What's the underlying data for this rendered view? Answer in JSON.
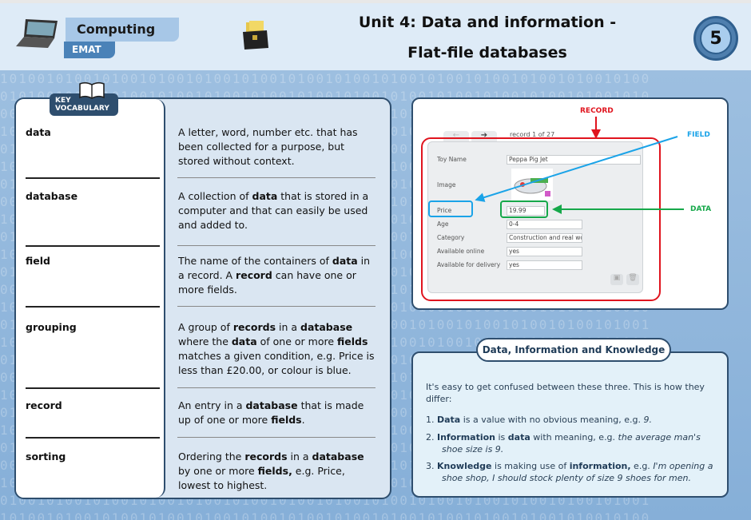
{
  "header": {
    "brand": "Computing",
    "sub_brand": "EMAT",
    "title_line1": "Unit 4: Data and information -",
    "title_line2": "Flat-file databases",
    "page_number": "5"
  },
  "vocab": {
    "badge_line1": "KEY",
    "badge_line2": "VOCABULARY",
    "items": [
      {
        "term": "data",
        "definition": [
          {
            "t": "A letter, word, number etc. that has been collected for a purpose, but stored without context."
          }
        ]
      },
      {
        "term": "database",
        "definition": [
          {
            "t": "A collection of "
          },
          {
            "t": "data",
            "b": true
          },
          {
            "t": " that is stored in a computer and that can easily be used and added to."
          }
        ]
      },
      {
        "term": "field",
        "definition": [
          {
            "t": "The name of the containers of "
          },
          {
            "t": "data",
            "b": true
          },
          {
            "t": " in a record. A "
          },
          {
            "t": "record",
            "b": true
          },
          {
            "t": " can have one or more fields."
          }
        ]
      },
      {
        "term": "grouping",
        "definition": [
          {
            "t": "A group of "
          },
          {
            "t": "records",
            "b": true
          },
          {
            "t": " in a "
          },
          {
            "t": "database",
            "b": true
          },
          {
            "t": " where the "
          },
          {
            "t": "data",
            "b": true
          },
          {
            "t": " of one or more "
          },
          {
            "t": "fields",
            "b": true
          },
          {
            "t": " matches a given condition, e.g. Price is less than £20.00, or colour is blue."
          }
        ]
      },
      {
        "term": "record",
        "definition": [
          {
            "t": "An entry in a "
          },
          {
            "t": "database",
            "b": true
          },
          {
            "t": " that is made up of one or more "
          },
          {
            "t": "fields",
            "b": true
          },
          {
            "t": "."
          }
        ]
      },
      {
        "term": "sorting",
        "definition": [
          {
            "t": "Ordering the "
          },
          {
            "t": "records",
            "b": true
          },
          {
            "t": " in a "
          },
          {
            "t": "database",
            "b": true
          },
          {
            "t": " by one or more "
          },
          {
            "t": "fields,",
            "b": true
          },
          {
            "t": " e.g. Price, lowest to highest."
          }
        ]
      }
    ]
  },
  "database_example": {
    "labels": {
      "record": "RECORD",
      "field": "FIELD",
      "data": "DATA"
    },
    "record_counter": "record 1 of 27",
    "fields": [
      {
        "label": "Toy Name",
        "value": "Peppa Pig Jet"
      },
      {
        "label": "Image",
        "value": null
      },
      {
        "label": "Price",
        "value": "19.99"
      },
      {
        "label": "Age",
        "value": "0-4"
      },
      {
        "label": "Category",
        "value": "Construction and real wo"
      },
      {
        "label": "Available online",
        "value": "yes"
      },
      {
        "label": "Available for delivery",
        "value": "yes"
      }
    ],
    "colors": {
      "record": "#e0141e",
      "field": "#1aa3e8",
      "data": "#16a84a"
    }
  },
  "knowledge": {
    "title": "Data, Information and Knowledge",
    "intro": "It's easy to get confused between these three. This is how they differ:",
    "items": [
      [
        {
          "t": "1.  "
        },
        {
          "t": "Data",
          "b": true
        },
        {
          "t": " is a value with no obvious meaning, e.g. "
        },
        {
          "t": "9.",
          "i": true
        }
      ],
      [
        {
          "t": "2.  "
        },
        {
          "t": "Information",
          "b": true
        },
        {
          "t": " is "
        },
        {
          "t": "data",
          "b": true
        },
        {
          "t": " with meaning, e.g. "
        },
        {
          "t": "the average man's shoe size is 9.",
          "i": true
        }
      ],
      [
        {
          "t": "3.  "
        },
        {
          "t": "Knowledge",
          "b": true
        },
        {
          "t": " is making use of "
        },
        {
          "t": "information,",
          "b": true
        },
        {
          "t": " e.g. "
        },
        {
          "t": "I'm opening a shoe shop, I should stock plenty of size 9 shoes for men.",
          "i": true
        }
      ]
    ]
  }
}
